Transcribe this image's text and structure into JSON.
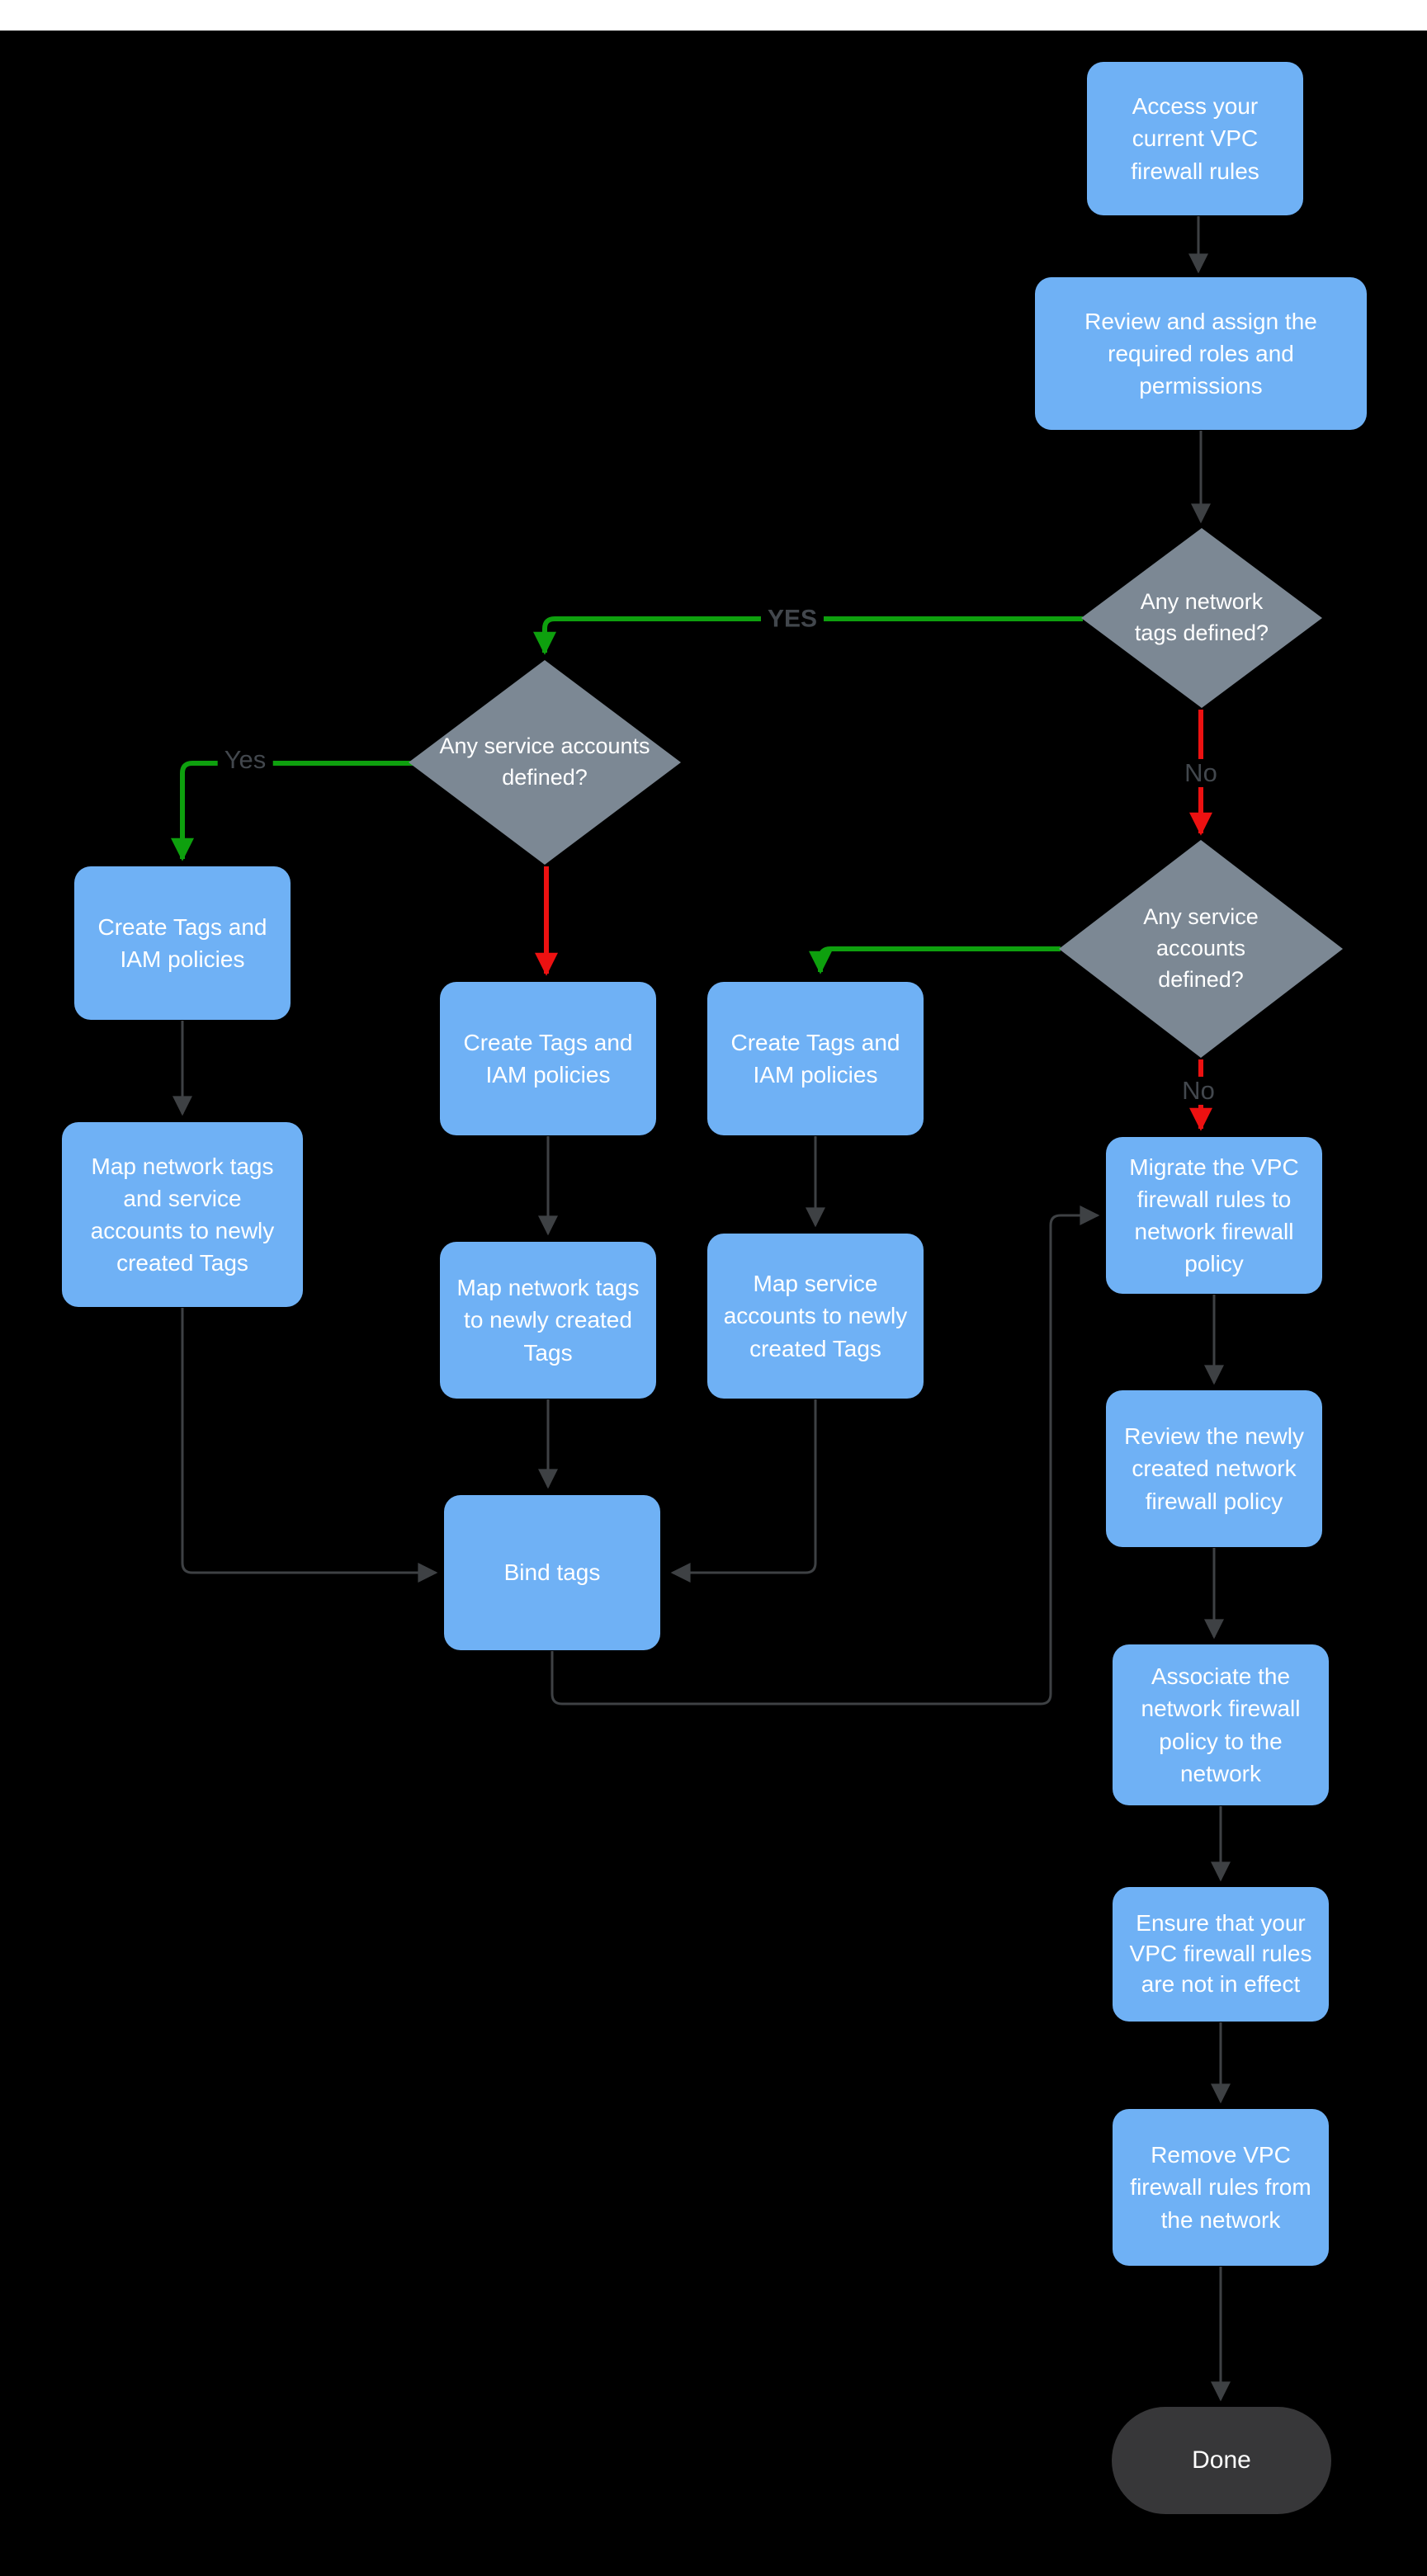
{
  "diagram": {
    "type": "flowchart",
    "background_color": "#000000",
    "topbar_color": "#ffffff",
    "colors": {
      "process_fill": "#6FB1F5",
      "decision_fill": "#7C8894",
      "terminator_fill": "#373739",
      "node_text": "#ffffff",
      "edge_default": "#3E4144",
      "edge_yes": "#0EA00E",
      "edge_no": "#ED1111",
      "edge_label_text": "#42474D"
    },
    "nodes": [
      {
        "id": "access",
        "type": "process",
        "label": "Access your current VPC firewall rules"
      },
      {
        "id": "review-roles",
        "type": "process",
        "label": "Review and assign the required roles and permissions"
      },
      {
        "id": "decision-network-tags",
        "type": "decision",
        "label": "Any network tags defined?"
      },
      {
        "id": "decision-service-accounts-left",
        "type": "decision",
        "label": "Any service accounts defined?"
      },
      {
        "id": "decision-service-accounts-right",
        "type": "decision",
        "label": "Any service accounts defined?"
      },
      {
        "id": "create-tags-left",
        "type": "process",
        "label": "Create Tags and IAM policies"
      },
      {
        "id": "map-tags-and-service-accounts",
        "type": "process",
        "label": "Map network tags and service accounts to newly created Tags"
      },
      {
        "id": "create-tags-middle",
        "type": "process",
        "label": "Create Tags and IAM policies"
      },
      {
        "id": "create-tags-right",
        "type": "process",
        "label": "Create Tags and IAM policies"
      },
      {
        "id": "map-network-tags",
        "type": "process",
        "label": "Map network tags to newly created Tags"
      },
      {
        "id": "map-service-accounts",
        "type": "process",
        "label": "Map service accounts to newly created Tags"
      },
      {
        "id": "bind-tags",
        "type": "process",
        "label": "Bind tags"
      },
      {
        "id": "migrate-rules",
        "type": "process",
        "label": "Migrate the VPC firewall rules to network firewall policy"
      },
      {
        "id": "review-policy",
        "type": "process",
        "label": "Review the newly created network firewall policy"
      },
      {
        "id": "associate-policy",
        "type": "process",
        "label": "Associate the network firewall policy to the network"
      },
      {
        "id": "ensure-not-in-effect",
        "type": "process",
        "label": "Ensure that your VPC firewall rules are not in effect"
      },
      {
        "id": "remove-rules",
        "type": "process",
        "label": "Remove VPC firewall rules from the network"
      },
      {
        "id": "done",
        "type": "terminator",
        "label": "Done"
      }
    ],
    "edge_labels": [
      {
        "id": "yes-upper",
        "text": "YES"
      },
      {
        "id": "yes-left",
        "text": "Yes"
      },
      {
        "id": "no-upper",
        "text": "No"
      },
      {
        "id": "no-lower",
        "text": "No"
      }
    ]
  }
}
